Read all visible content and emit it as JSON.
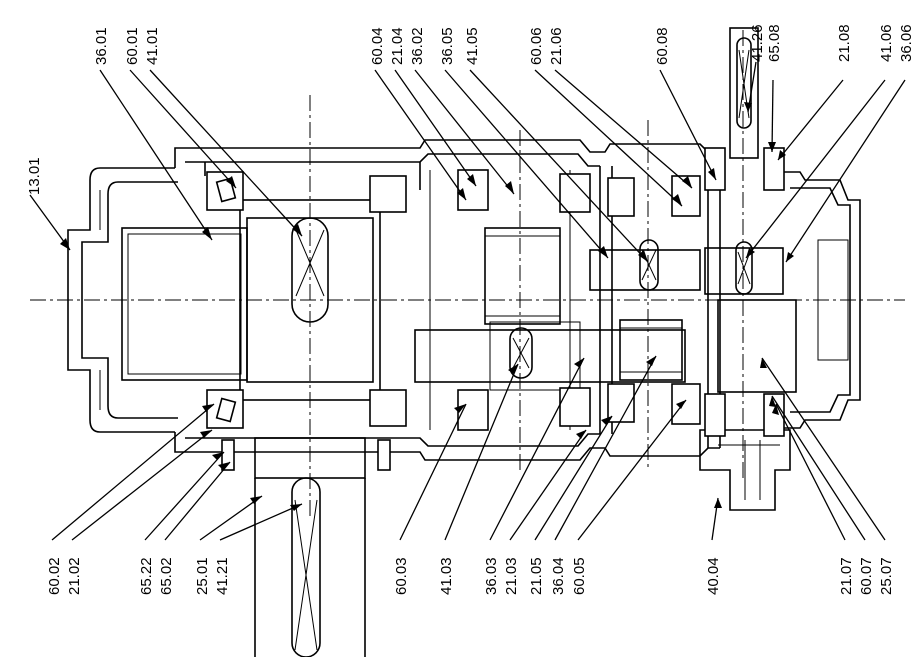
{
  "drawing": {
    "callouts": {
      "c1301": "13.01",
      "c3601": "36.01",
      "c6001": "60.01",
      "c4101": "41.01",
      "c6004": "60.04",
      "c2104": "21.04",
      "c3602": "36.02",
      "c3605": "36.05",
      "c4105": "41.05",
      "c6006": "60.06",
      "c2106": "21.06",
      "c6008": "60.08",
      "c4126": "41.26",
      "c6508": "65.08",
      "c2108": "21.08",
      "c4106": "41.06",
      "c3606": "36.06",
      "c6002": "60.02",
      "c2102": "21.02",
      "c6522": "65.22",
      "c6502": "65.02",
      "c2501": "25.01",
      "c4121": "41.21",
      "c6003": "60.03",
      "c4103": "41.03",
      "c3603": "36.03",
      "c2103": "21.03",
      "c2105": "21.05",
      "c3604": "36.04",
      "c6005": "60.05",
      "c4004": "40.04",
      "c2107": "21.07",
      "c6007": "60.07",
      "c2507": "25.07"
    }
  }
}
